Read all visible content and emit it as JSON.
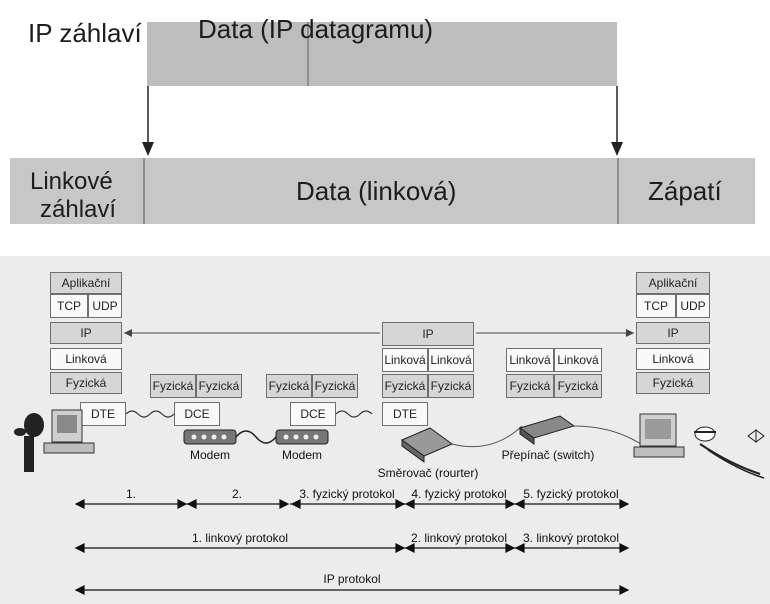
{
  "top": {
    "ip_header": "IP záhlaví",
    "ip_data": "Data (IP datagramu)",
    "link_header_line1": "Linkové",
    "link_header_line2": "záhlaví",
    "link_data": "Data (linková)",
    "footer": "Zápatí"
  },
  "stack_left": {
    "app": "Aplikační",
    "tcp": "TCP",
    "udp": "UDP",
    "ip": "IP",
    "link": "Linková",
    "phys": "Fyzická"
  },
  "stack_right": {
    "app": "Aplikační",
    "tcp": "TCP",
    "udp": "UDP",
    "ip": "IP",
    "link": "Linková",
    "phys": "Fyzická"
  },
  "router_stack": {
    "ip": "IP",
    "link1": "Linková",
    "link2": "Linková",
    "phys1": "Fyzická",
    "phys2": "Fyzická"
  },
  "switch_stack": {
    "link1": "Linková",
    "link2": "Linková",
    "phys1": "Fyzická",
    "phys2": "Fyzická"
  },
  "modem1_stack": {
    "phys1": "Fyzická",
    "phys2": "Fyzická"
  },
  "modem2_stack": {
    "phys1": "Fyzická",
    "phys2": "Fyzická"
  },
  "devices": {
    "dte1": "DTE",
    "dce1": "DCE",
    "dce2": "DCE",
    "dte2": "DTE",
    "modem1": "Modem",
    "modem2": "Modem",
    "router": "Směrovač (rourter)",
    "switch": "Přepínač (switch)"
  },
  "protocols": {
    "p1": "1.",
    "p2": "2.",
    "p3": "3. fyzický protokol",
    "p4": "4. fyzický protokol",
    "p5": "5. fyzický protokol",
    "link1": "1. linkový protokol",
    "link2": "2. linkový protokol",
    "link3": "3. linkový protokol",
    "ip": "IP protokol"
  }
}
